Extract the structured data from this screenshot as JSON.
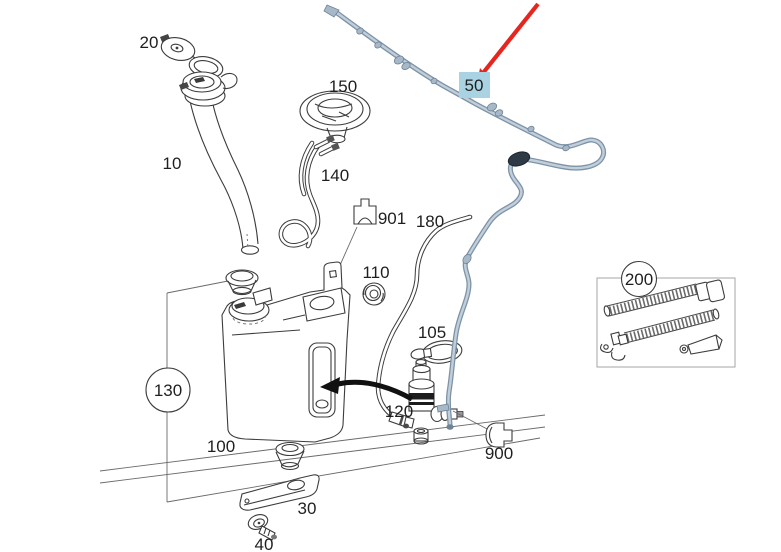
{
  "diagram": {
    "type": "parts-diagram",
    "subject": "windshield-washer-system",
    "background": "#ffffff",
    "line_color": "#3c3c3c",
    "arrow_color": "#e8241f",
    "hose_color": "#7d93a7",
    "hose_inner_color": "#c2cfda",
    "selected": {
      "part": "50",
      "highlight_bg": "#a9d3e2",
      "text_color": "#12385e"
    },
    "labels": {
      "l20": "20",
      "l10": "10",
      "l150": "150",
      "l140": "140",
      "l901": "901",
      "l110": "110",
      "l180": "180",
      "l105": "105",
      "l120": "120",
      "l130": "130",
      "l100": "100",
      "l30": "30",
      "l40": "40",
      "l900": "900",
      "l200": "200",
      "l50": "50"
    }
  }
}
